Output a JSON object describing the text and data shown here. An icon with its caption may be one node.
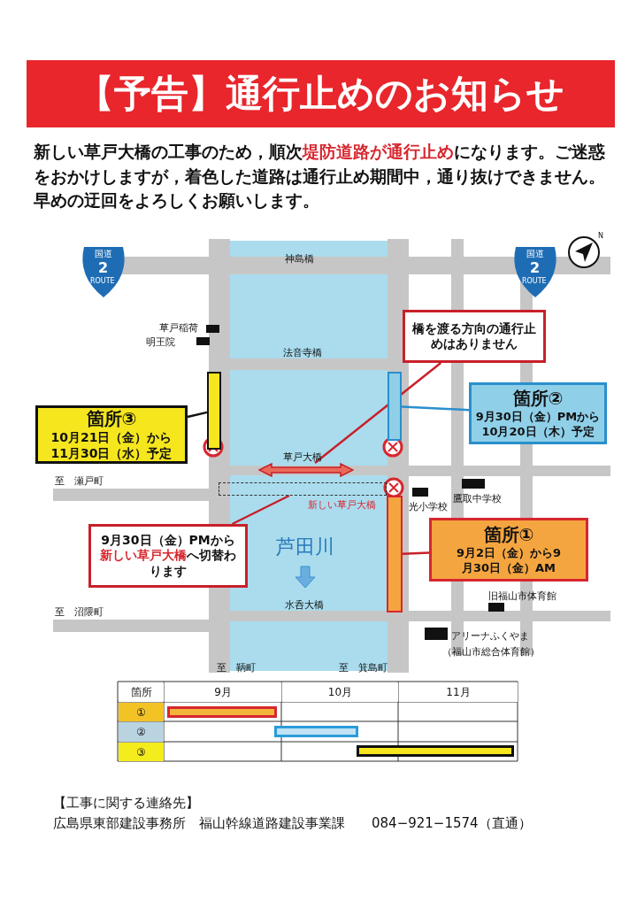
{
  "diagram": {
    "title": "【予告】通行止めのお知らせ",
    "nodes": [
      {
        "text": [],
        "shape": "bar"
      },
      {
        "text": [],
        "shape": "bar"
      },
      {
        "text": [],
        "shape": "bar"
      },
      {
        "text": [
          "箇所③",
          "10月21日（金）から11月30日（水）予定"
        ]
      },
      {
        "text": [
          "箇所②",
          "9月30日（金）PMから10月20日（木）予定"
        ]
      },
      {
        "text": [
          "箇所①",
          "9月2日（金）から9月30日（金）AM"
        ]
      },
      {
        "text": [
          "橋を渡る方向の通行止めはありません"
        ]
      },
      {
        "text": [
          "9月30日（金）PMから**新しい草戸大橋**へ切替わります"
        ]
      },
      {
        "text": [],
        "shape": "box",
        "beside": [
          "新しい草戸大橋"
        ]
      },
      {
        "text": [],
        "shape": "arrow"
      },
      {
        "text": [],
        "shape": "bar"
      },
      {
        "text": [],
        "shape": "bar"
      },
      {
        "text": [],
        "shape": "bar"
      }
    ],
    "edges": [
      {
        "from": 3,
        "to": 0,
        "arrow": "none",
        "color": "#111111"
      },
      {
        "from": 4,
        "to": 1,
        "arrow": "none",
        "color": "#2a8fcc"
      },
      {
        "from": 5,
        "to": 2,
        "arrow": "none"
      },
      {
        "from": 6,
        "to": 9,
        "arrow": "none"
      },
      {
        "from": 7,
        "to": 8,
        "arrow": "none"
      }
    ],
    "labels": [
      "新しい草戸大橋の工事のため，順次**堤防道路が通行止め**になります。ご迷惑をおかけしますが，着色した道路は通行止め期間中，通り抜けできません。早めの迂回をよろしくお願いします。",
      "国道",
      "2",
      "ROUTE",
      "神島橋",
      "国道",
      "2",
      "ROUTE",
      "N",
      "草戸稲荷",
      "明王院",
      "法音寺橋",
      "草戸大橋",
      "至　瀬戸町",
      "鷹取中学校",
      "光小学校",
      "芦田川",
      "旧福山市体育館",
      "水呑大橋",
      "至　沼隈町",
      "アリーナふくやま",
      "（福山市総合体育館）",
      "至　鞆町",
      "至　箕島町",
      "箇所",
      "9月",
      "10月",
      "11月",
      "①",
      "②",
      "③",
      "【工事に関する連絡先】",
      "広島県東部建設事務所　福山幹線道路建設事業課　　084−921−1574（直通）"
    ]
  }
}
